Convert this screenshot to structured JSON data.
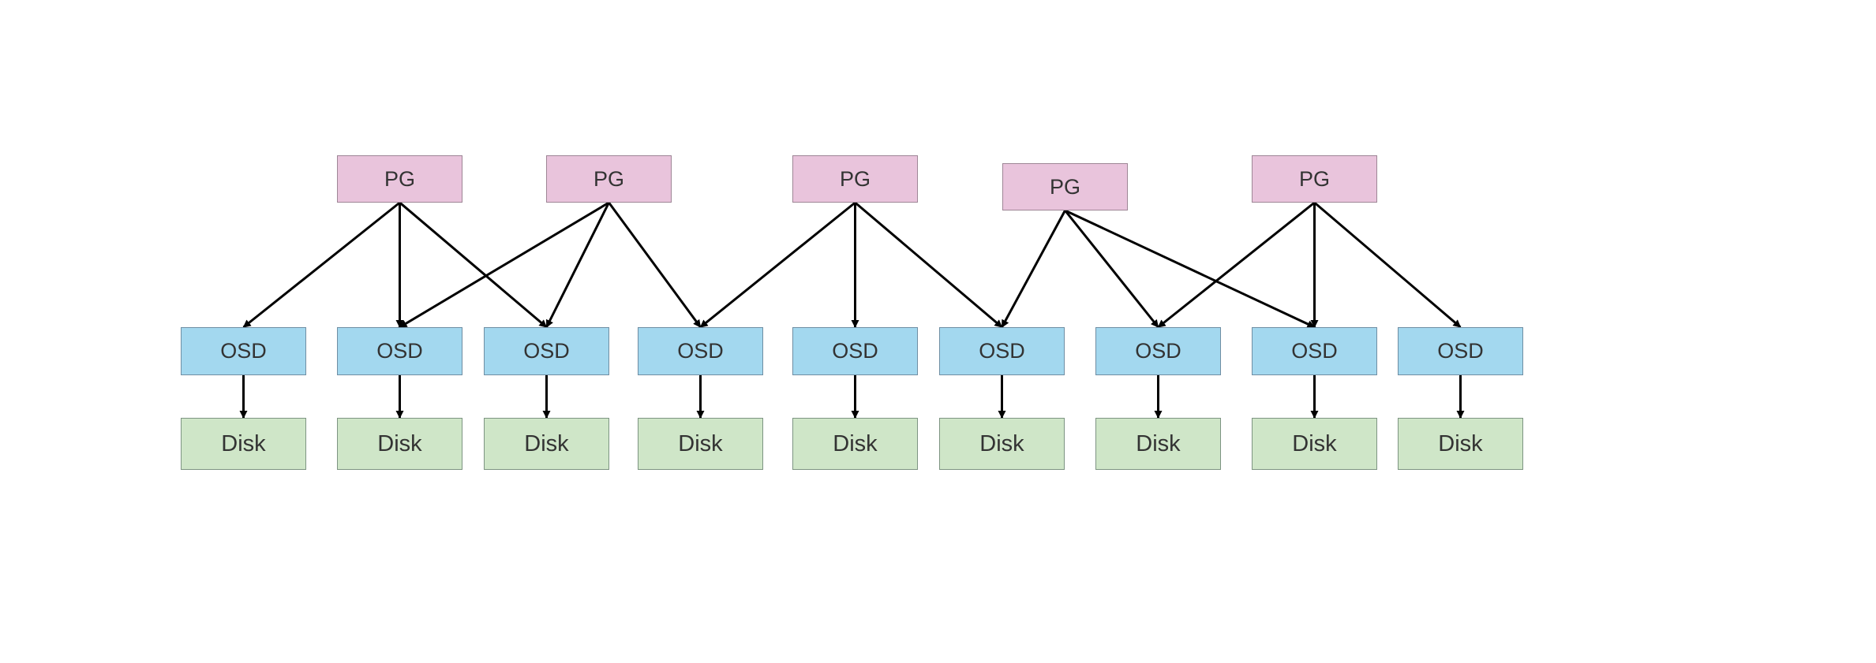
{
  "diagram": {
    "pg_nodes": [
      {
        "label": "PG"
      },
      {
        "label": "PG"
      },
      {
        "label": "PG"
      },
      {
        "label": "PG"
      },
      {
        "label": "PG"
      }
    ],
    "osd_nodes": [
      {
        "label": "OSD"
      },
      {
        "label": "OSD"
      },
      {
        "label": "OSD"
      },
      {
        "label": "OSD"
      },
      {
        "label": "OSD"
      },
      {
        "label": "OSD"
      },
      {
        "label": "OSD"
      },
      {
        "label": "OSD"
      },
      {
        "label": "OSD"
      }
    ],
    "disk_nodes": [
      {
        "label": "Disk"
      },
      {
        "label": "Disk"
      },
      {
        "label": "Disk"
      },
      {
        "label": "Disk"
      },
      {
        "label": "Disk"
      },
      {
        "label": "Disk"
      },
      {
        "label": "Disk"
      },
      {
        "label": "Disk"
      },
      {
        "label": "Disk"
      }
    ],
    "pg_to_osd_edges": [
      {
        "from": 0,
        "to": 0
      },
      {
        "from": 0,
        "to": 1
      },
      {
        "from": 0,
        "to": 2
      },
      {
        "from": 1,
        "to": 1
      },
      {
        "from": 1,
        "to": 2
      },
      {
        "from": 1,
        "to": 3
      },
      {
        "from": 2,
        "to": 3
      },
      {
        "from": 2,
        "to": 4
      },
      {
        "from": 2,
        "to": 5
      },
      {
        "from": 3,
        "to": 5
      },
      {
        "from": 3,
        "to": 6
      },
      {
        "from": 3,
        "to": 7
      },
      {
        "from": 4,
        "to": 6
      },
      {
        "from": 4,
        "to": 7
      },
      {
        "from": 4,
        "to": 8
      }
    ],
    "osd_to_disk_edges": [
      {
        "from": 0,
        "to": 0
      },
      {
        "from": 1,
        "to": 1
      },
      {
        "from": 2,
        "to": 2
      },
      {
        "from": 3,
        "to": 3
      },
      {
        "from": 4,
        "to": 4
      },
      {
        "from": 5,
        "to": 5
      },
      {
        "from": 6,
        "to": 6
      },
      {
        "from": 7,
        "to": 7
      },
      {
        "from": 8,
        "to": 8
      }
    ],
    "colors": {
      "pg_fill": "#e9c4dc",
      "osd_fill": "#a3d8ef",
      "disk_fill": "#cfe6c8",
      "edge": "#000000",
      "text": "#333333"
    }
  }
}
